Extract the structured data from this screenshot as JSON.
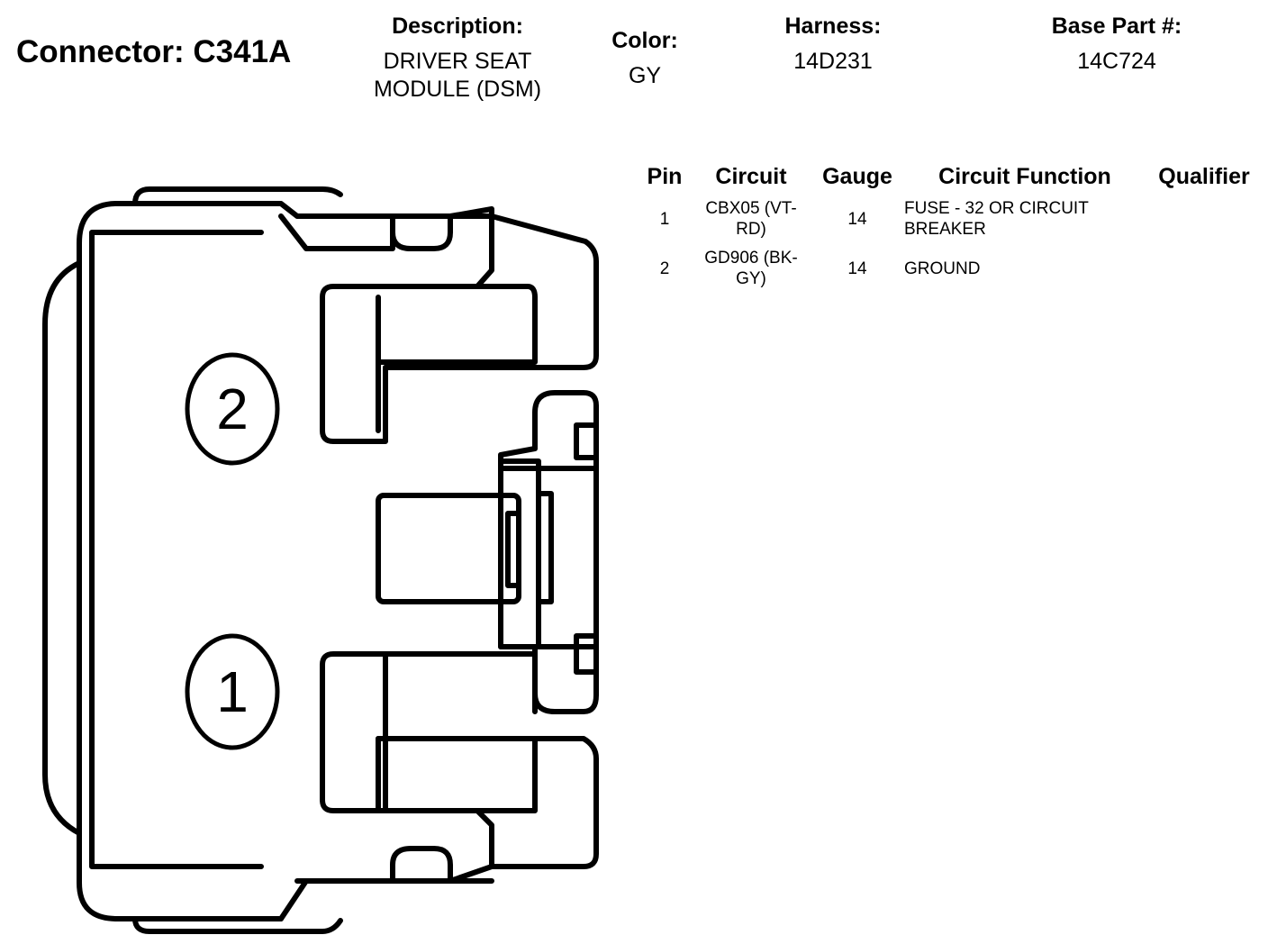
{
  "header": {
    "connector_label": "Connector: C341A",
    "description_label": "Description:",
    "description_value": "DRIVER SEAT MODULE (DSM)",
    "color_label": "Color:",
    "color_value": "GY",
    "harness_label": "Harness:",
    "harness_value": "14D231",
    "base_part_label": "Base Part #:",
    "base_part_value": "14C724"
  },
  "table": {
    "columns": [
      "Pin",
      "Circuit",
      "Gauge",
      "Circuit Function",
      "Qualifier"
    ],
    "rows": [
      {
        "pin": "1",
        "circuit": "CBX05 (VT-RD)",
        "gauge": "14",
        "function": "FUSE - 32 OR CIRCUIT BREAKER",
        "qualifier": ""
      },
      {
        "pin": "2",
        "circuit": "GD906 (BK-GY)",
        "gauge": "14",
        "function": "GROUND",
        "qualifier": ""
      }
    ]
  },
  "diagram": {
    "pin_labels": [
      "1",
      "2"
    ]
  }
}
